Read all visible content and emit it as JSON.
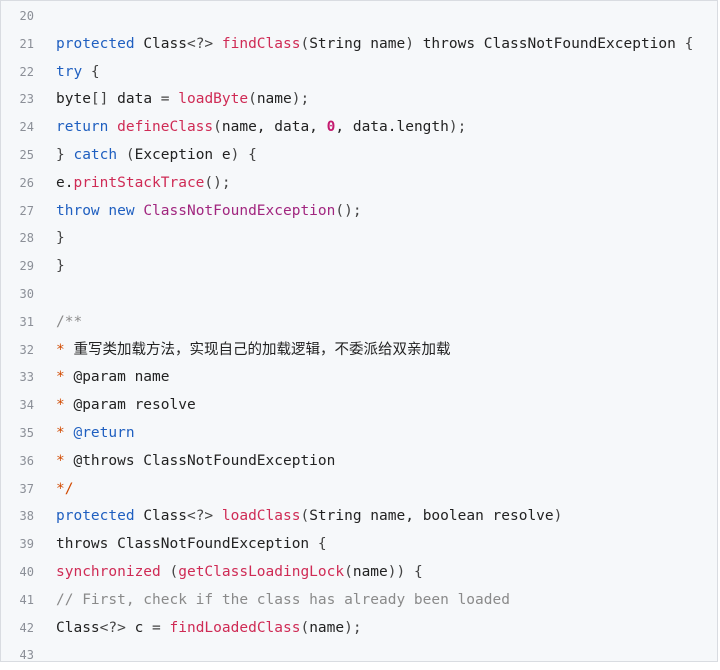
{
  "lines": [
    {
      "no": "20",
      "t": []
    },
    {
      "no": "21",
      "t": [
        [
          "kw",
          "protected "
        ],
        [
          "ty",
          "Class"
        ],
        [
          "pn",
          "<?> "
        ],
        [
          "fn",
          "findClass"
        ],
        [
          "pn",
          "("
        ],
        [
          "ty",
          "String name"
        ],
        [
          "pn",
          ") "
        ],
        [
          "ty",
          "throws ClassNotFoundException "
        ],
        [
          "pn",
          "{"
        ]
      ]
    },
    {
      "no": "22",
      "t": [
        [
          "kw",
          "try "
        ],
        [
          "pn",
          "{"
        ]
      ]
    },
    {
      "no": "23",
      "t": [
        [
          "ty",
          "byte"
        ],
        [
          "pn",
          "[] "
        ],
        [
          "ty",
          "data "
        ],
        [
          "pn",
          "= "
        ],
        [
          "fn",
          "loadByte"
        ],
        [
          "pn",
          "("
        ],
        [
          "ty",
          "name"
        ],
        [
          "pn",
          ");"
        ]
      ]
    },
    {
      "no": "24",
      "t": [
        [
          "kw",
          "return "
        ],
        [
          "fn",
          "defineClass"
        ],
        [
          "pn",
          "("
        ],
        [
          "ty",
          "name, data, "
        ],
        [
          "nm",
          "0"
        ],
        [
          "ty",
          ", data.length"
        ],
        [
          "pn",
          ");"
        ]
      ]
    },
    {
      "no": "25",
      "t": [
        [
          "pn",
          "} "
        ],
        [
          "kw",
          "catch "
        ],
        [
          "pn",
          "("
        ],
        [
          "ty",
          "Exception e"
        ],
        [
          "pn",
          ") {"
        ]
      ]
    },
    {
      "no": "26",
      "t": [
        [
          "ty",
          "e."
        ],
        [
          "fn",
          "printStackTrace"
        ],
        [
          "pn",
          "();"
        ]
      ]
    },
    {
      "no": "27",
      "t": [
        [
          "kw",
          "throw new "
        ],
        [
          "mg",
          "ClassNotFoundException"
        ],
        [
          "pn",
          "();"
        ]
      ]
    },
    {
      "no": "28",
      "t": [
        [
          "pn",
          "}"
        ]
      ]
    },
    {
      "no": "29",
      "t": [
        [
          "pn",
          "}"
        ]
      ]
    },
    {
      "no": "30",
      "t": []
    },
    {
      "no": "31",
      "t": [
        [
          "cm",
          "/**"
        ]
      ]
    },
    {
      "no": "32",
      "t": [
        [
          "cmk",
          "* "
        ],
        [
          "ty",
          "重写类加载方法，实现自己的加载逻辑，不委派给双亲加载"
        ]
      ]
    },
    {
      "no": "33",
      "t": [
        [
          "cmk",
          "* "
        ],
        [
          "ty",
          "@param name"
        ]
      ]
    },
    {
      "no": "34",
      "t": [
        [
          "cmk",
          "* "
        ],
        [
          "ty",
          "@param resolve"
        ]
      ]
    },
    {
      "no": "35",
      "t": [
        [
          "cmk",
          "* "
        ],
        [
          "kw",
          "@return"
        ]
      ]
    },
    {
      "no": "36",
      "t": [
        [
          "cmk",
          "* "
        ],
        [
          "ty",
          "@throws ClassNotFoundException"
        ]
      ]
    },
    {
      "no": "37",
      "t": [
        [
          "cmk",
          "*/"
        ]
      ]
    },
    {
      "no": "38",
      "t": [
        [
          "kw",
          "protected "
        ],
        [
          "ty",
          "Class"
        ],
        [
          "pn",
          "<?> "
        ],
        [
          "fn",
          "loadClass"
        ],
        [
          "pn",
          "("
        ],
        [
          "ty",
          "String name, boolean resolve"
        ],
        [
          "pn",
          ")"
        ]
      ]
    },
    {
      "no": "39",
      "t": [
        [
          "ty",
          "throws ClassNotFoundException "
        ],
        [
          "pn",
          "{"
        ]
      ]
    },
    {
      "no": "40",
      "t": [
        [
          "fn",
          "synchronized "
        ],
        [
          "pn",
          "("
        ],
        [
          "fn",
          "getClassLoadingLock"
        ],
        [
          "pn",
          "("
        ],
        [
          "ty",
          "name"
        ],
        [
          "pn",
          ")) {"
        ]
      ]
    },
    {
      "no": "41",
      "t": [
        [
          "cm",
          "// First, check if the class has already been loaded"
        ]
      ]
    },
    {
      "no": "42",
      "t": [
        [
          "ty",
          "Class"
        ],
        [
          "pn",
          "<?> "
        ],
        [
          "ty",
          "c "
        ],
        [
          "pn",
          "= "
        ],
        [
          "fn",
          "findLoadedClass"
        ],
        [
          "pn",
          "("
        ],
        [
          "ty",
          "name"
        ],
        [
          "pn",
          ");"
        ]
      ]
    },
    {
      "no": "43",
      "t": []
    }
  ]
}
